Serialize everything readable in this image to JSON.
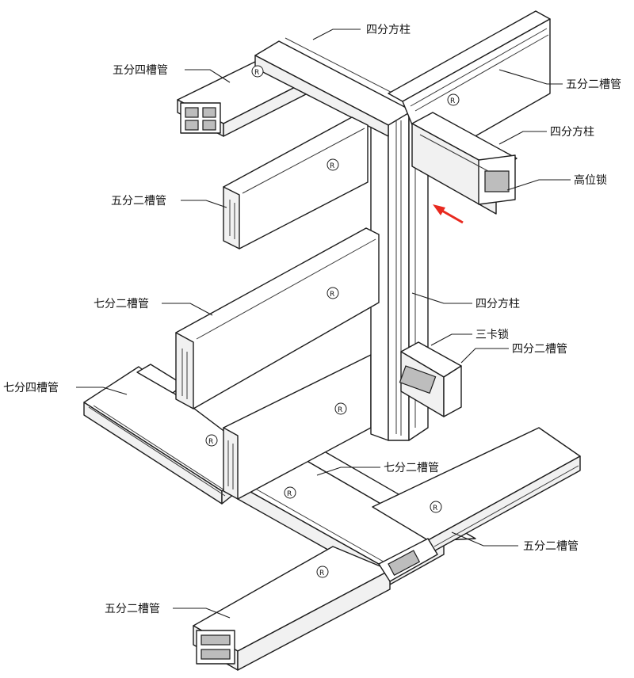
{
  "labels": {
    "top_post": "四分方柱",
    "left_top_tube": "五分四槽管",
    "right_top_tube": "五分二槽管",
    "right_post": "四分方柱",
    "high_lock": "高位锁",
    "left_mid_tube": "五分二槽管",
    "left_lower_tube": "七分二槽管",
    "center_post": "四分方柱",
    "tri_lock": "三卡锁",
    "small_tube": "四分二槽管",
    "base_left_tube": "七分四槽管",
    "base_center_tube": "七分二槽管",
    "base_right_tube": "五分二槽管",
    "base_front_tube": "五分二槽管"
  },
  "badge_glyph": "R",
  "colors": {
    "line": "#1c1c1c",
    "arrow": "#e8291f",
    "background": "#ffffff"
  }
}
